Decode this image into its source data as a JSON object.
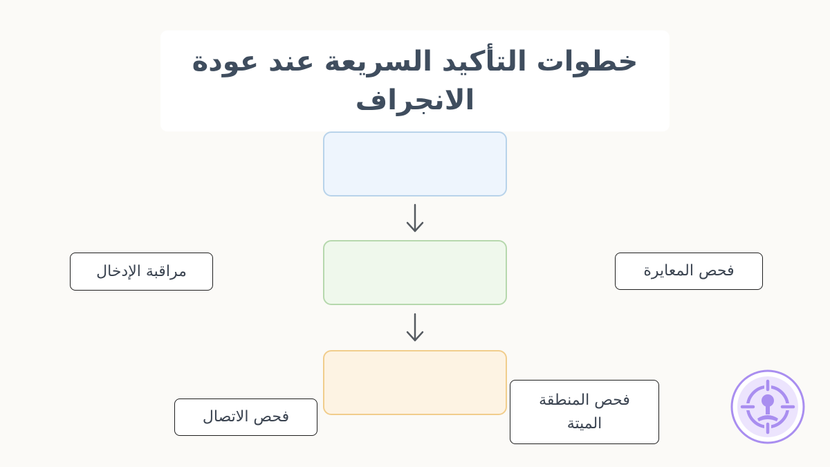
{
  "title": "خطوات التأكيد السريعة عند عودة الانجراف",
  "flow": {
    "steps": [
      {
        "label": "",
        "fill": "#eef5fd",
        "border": "#b8d3ea"
      },
      {
        "label": "",
        "fill": "#eff8ec",
        "border": "#b6d8ad"
      },
      {
        "label": "",
        "fill": "#fdf3e3",
        "border": "#f1cd8c"
      }
    ],
    "arrow_color": "#555a60"
  },
  "labels": {
    "input_monitoring": "مراقبة الإدخال",
    "calibration_check": "فحص المعايرة",
    "connection_check": "فحص الاتصال",
    "deadzone_check": "فحص المنطقة الميتة"
  },
  "logo": {
    "icon": "crosshair-joystick-icon",
    "color": "#a98ef0"
  }
}
